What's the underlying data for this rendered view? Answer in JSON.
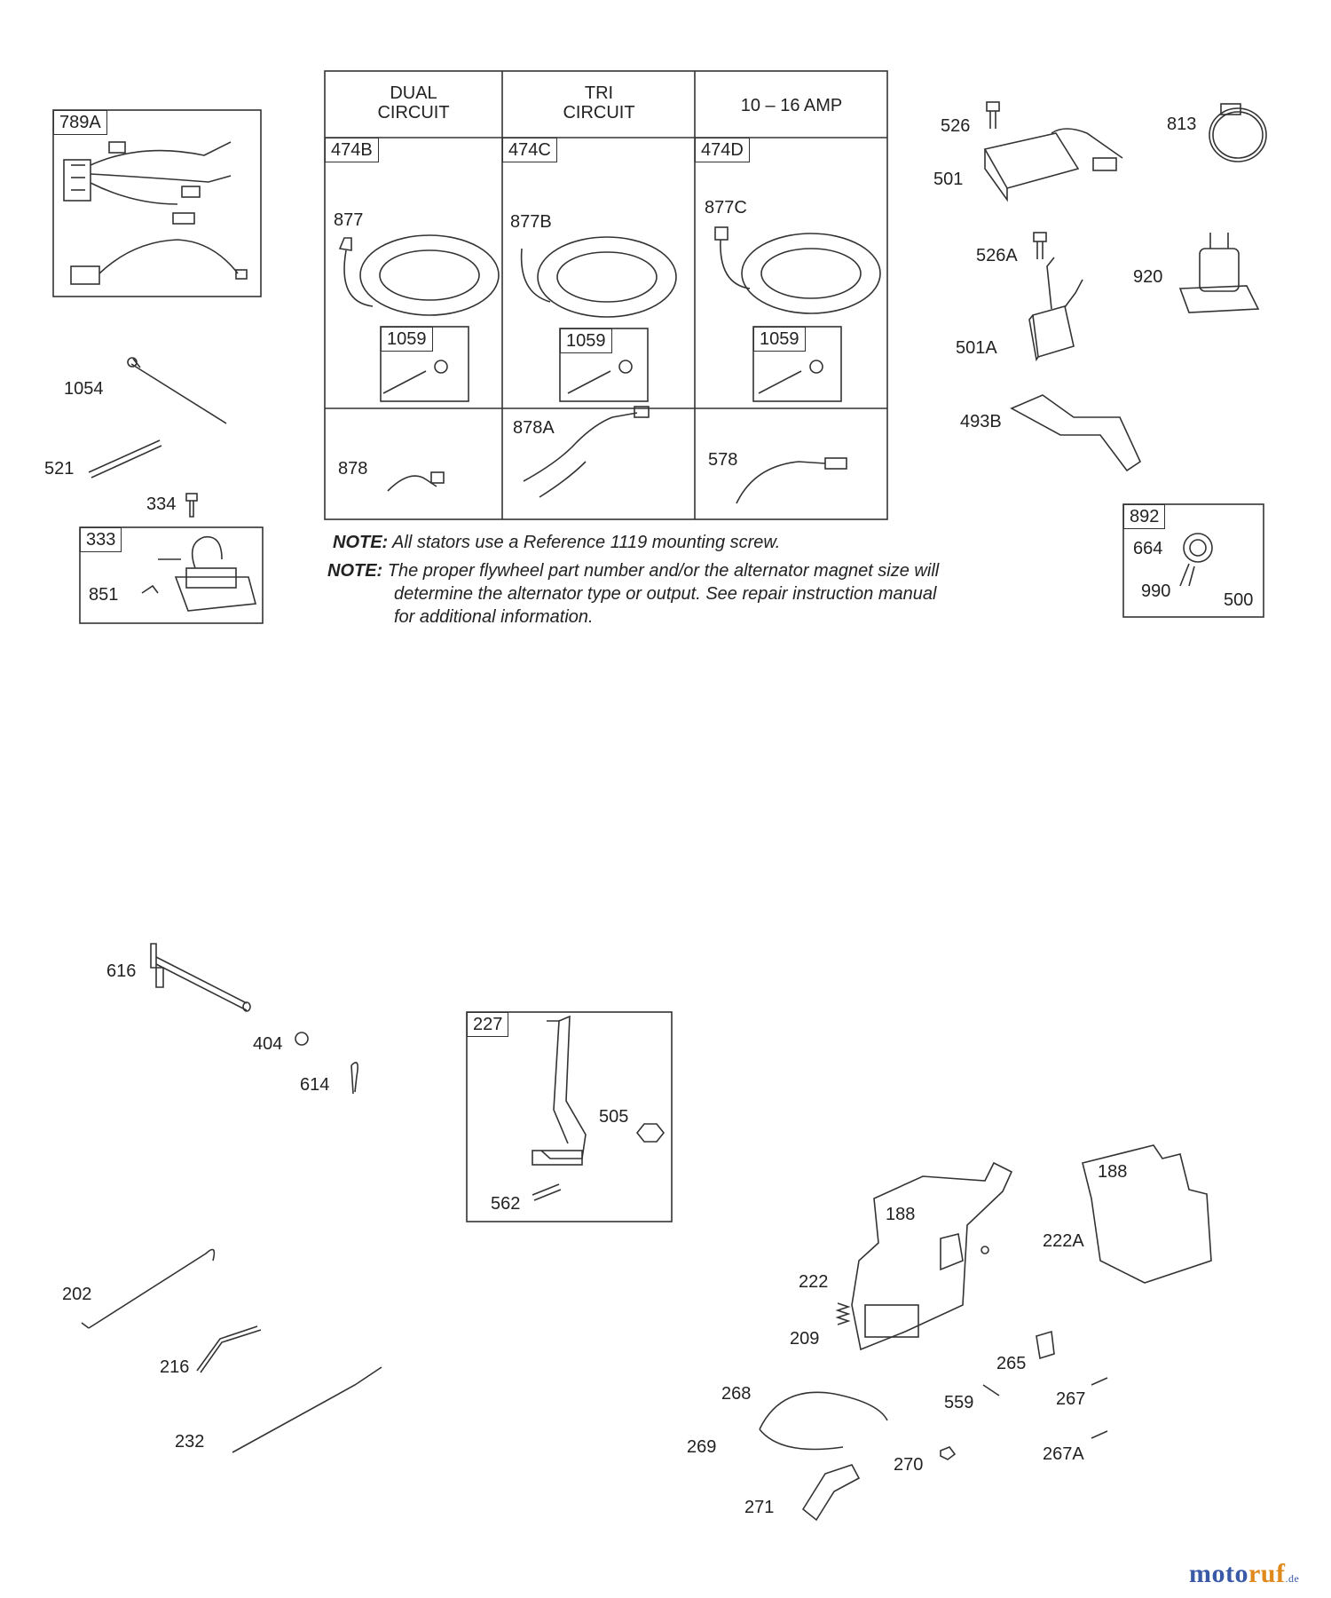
{
  "table": {
    "headers": [
      "DUAL\nCIRCUIT",
      "TRI\nCIRCUIT",
      "10 – 16 AMP"
    ],
    "box_labels": [
      "474B",
      "474C",
      "474D"
    ],
    "stator_labels": [
      "877",
      "877B",
      "877C"
    ],
    "screw_box_label": "1059",
    "lead_labels": [
      "878",
      "878A",
      "578"
    ]
  },
  "notes": {
    "note1_prefix": "NOTE:",
    "note1_text": " All stators use a Reference 1119  mounting screw.",
    "note2_prefix": "NOTE:",
    "note2_line1": " The proper flywheel part number and/or the alternator magnet size will",
    "note2_line2": "determine the alternator type or output. See repair instruction manual",
    "note2_line3": "for additional information."
  },
  "parts": {
    "p789A": "789A",
    "p1054": "1054",
    "p521": "521",
    "p334": "334",
    "p333": "333",
    "p851": "851",
    "p526": "526",
    "p501": "501",
    "p813": "813",
    "p526A": "526A",
    "p920": "920",
    "p501A": "501A",
    "p493B": "493B",
    "p892": "892",
    "p664": "664",
    "p990": "990",
    "p500": "500",
    "p616": "616",
    "p404": "404",
    "p614": "614",
    "p227": "227",
    "p505": "505",
    "p562": "562",
    "p202": "202",
    "p216": "216",
    "p232": "232",
    "p188a": "188",
    "p188b": "188",
    "p222A": "222A",
    "p222": "222",
    "p209": "209",
    "p265": "265",
    "p268": "268",
    "p559": "559",
    "p267": "267",
    "p269": "269",
    "p270": "270",
    "p267A": "267A",
    "p271": "271"
  },
  "brand": {
    "part1": "moto",
    "part2": "ruf",
    "part3": ".de"
  }
}
